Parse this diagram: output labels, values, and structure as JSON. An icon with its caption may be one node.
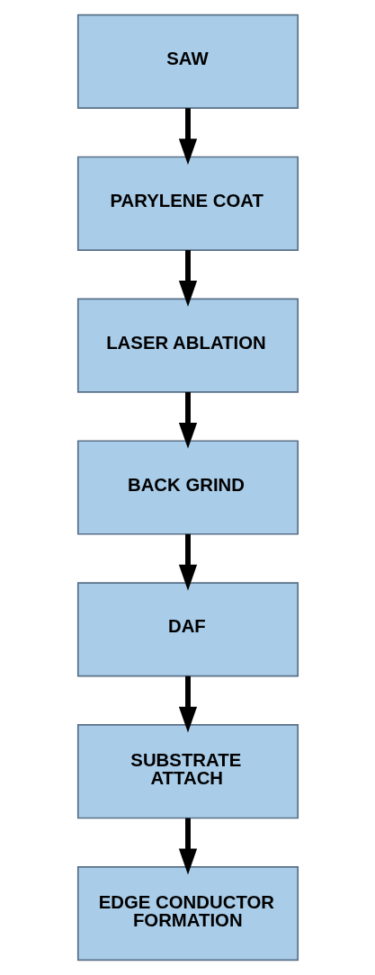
{
  "diagram": {
    "nodes": [
      {
        "text": [
          "SAW"
        ]
      },
      {
        "text": [
          "PARYLENE COAT"
        ]
      },
      {
        "text": [
          "LASER ABLATION"
        ]
      },
      {
        "text": [
          "BACK GRIND"
        ]
      },
      {
        "text": [
          "DAF"
        ]
      },
      {
        "text": [
          "SUBSTRATE ATTACH"
        ]
      },
      {
        "text": [
          "EDGE CONDUCTOR FORMATION"
        ]
      }
    ],
    "edges": [
      {
        "from": 0,
        "to": 1,
        "arrow": "to"
      },
      {
        "from": 1,
        "to": 2,
        "arrow": "to"
      },
      {
        "from": 2,
        "to": 3,
        "arrow": "to"
      },
      {
        "from": 3,
        "to": 4,
        "arrow": "to"
      },
      {
        "from": 4,
        "to": 5,
        "arrow": "to"
      },
      {
        "from": 5,
        "to": 6,
        "arrow": "to"
      }
    ]
  }
}
